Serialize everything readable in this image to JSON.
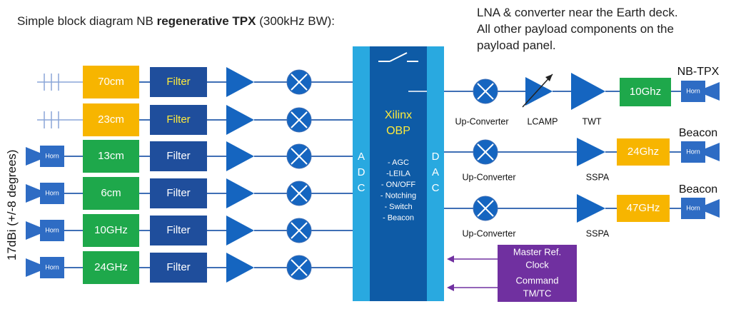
{
  "title": {
    "prefix": "Simple block diagram NB ",
    "bold": "regenerative TPX",
    "suffix": " (300kHz BW):"
  },
  "note": [
    "LNA & converter near the Earth deck.",
    "All other payload components on the",
    "payload panel."
  ],
  "antenna_gain_label": "17dBi (+/-8 degrees)",
  "horn_label": "Horn",
  "filter_label": "Filter",
  "input_chains": [
    {
      "band": "70cm",
      "antenna": "yagi",
      "color": "#f7b500"
    },
    {
      "band": "23cm",
      "antenna": "yagi",
      "color": "#f7b500"
    },
    {
      "band": "13cm",
      "antenna": "horn",
      "color": "#1ea84b"
    },
    {
      "band": "6cm",
      "antenna": "horn",
      "color": "#1ea84b"
    },
    {
      "band": "10GHz",
      "antenna": "horn",
      "color": "#1ea84b"
    },
    {
      "band": "24GHz",
      "antenna": "horn",
      "color": "#1ea84b"
    }
  ],
  "processor": {
    "adc_letters": [
      "A",
      "D",
      "C"
    ],
    "dac_letters": [
      "D",
      "A",
      "C"
    ],
    "name_line1": "Xilinx",
    "name_line2": "OBP",
    "functions": [
      "- AGC",
      "-LEILA",
      "- ON/OFF",
      "- Notching",
      "- Switch",
      "- Beacon"
    ]
  },
  "outputs": [
    {
      "converter": "Up-Converter",
      "amp1": "LCAMP",
      "amp2": "TWT",
      "band": "10Ghz",
      "band_color": "#1ea84b",
      "label": "NB-TPX"
    },
    {
      "converter": "Up-Converter",
      "amp2": "SSPA",
      "band": "24Ghz",
      "band_color": "#f7b500",
      "label": "Beacon"
    },
    {
      "converter": "Up-Converter",
      "amp2": "SSPA",
      "band": "47GHz",
      "band_color": "#f7b500",
      "label": "Beacon"
    }
  ],
  "references": [
    {
      "line1": "Master Ref.",
      "line2": "Clock"
    },
    {
      "line1": "Command",
      "line2": "TM/TC"
    }
  ],
  "colors": {
    "blue": "#1f4e9c",
    "cyan": "#29a9e0",
    "line": "#3f6fb5",
    "purple": "#7030a0",
    "yellow": "#f7b500",
    "green": "#1ea84b"
  }
}
